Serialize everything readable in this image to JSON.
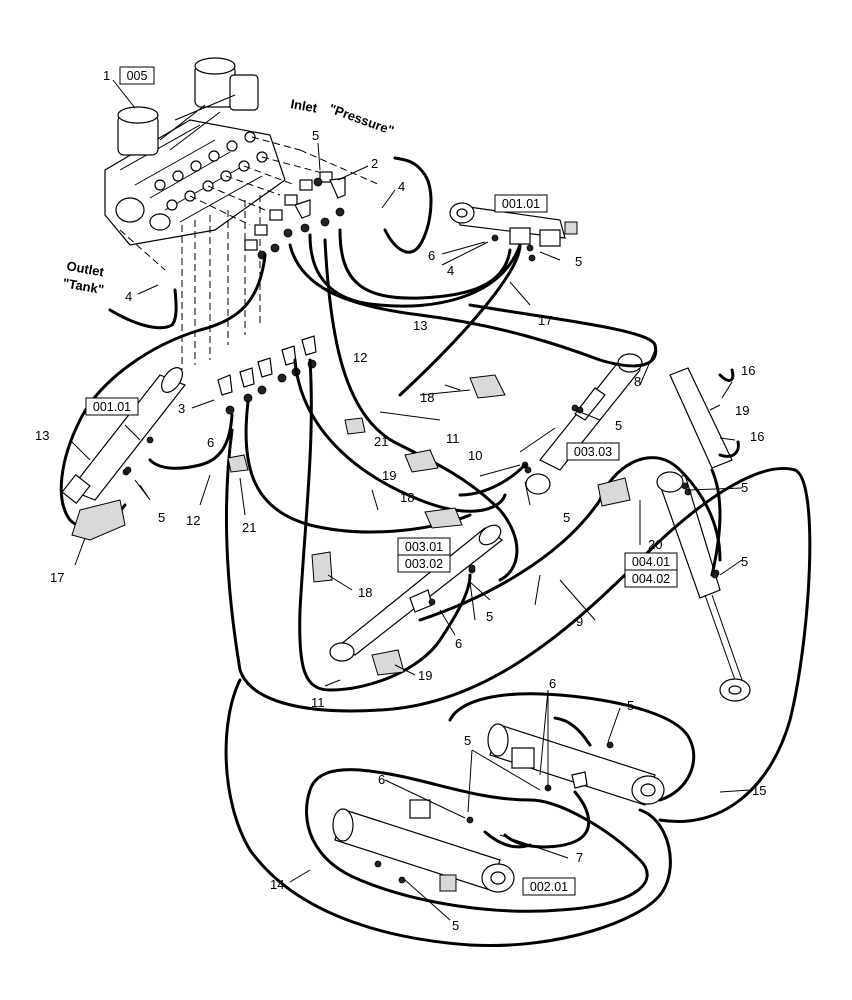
{
  "diagram": {
    "ref_boxes": {
      "valve": "005",
      "bucket_cyl": "001.01",
      "bucket_cyl_left": "001.01",
      "cyl_003_03": "003.03",
      "cyl_003_01": "003.01",
      "cyl_003_02": "003.02",
      "cyl_004_01": "004.01",
      "cyl_004_02": "004.02",
      "cyl_002_01": "002.01"
    },
    "flow_labels": {
      "inlet_1": "Inlet",
      "inlet_2": "\"Pressure\"",
      "outlet_1": "Outlet",
      "outlet_2": "\"Tank\""
    },
    "callouts": {
      "c1": "1",
      "c2": "2",
      "c3": "3",
      "c4a": "4",
      "c4b": "4",
      "c4c": "4",
      "c5a": "5",
      "c5b": "5",
      "c5c": "5",
      "c5d": "5",
      "c5e": "5",
      "c5f": "5",
      "c5g": "5",
      "c5h": "5",
      "c5i": "5",
      "c5j": "5",
      "c5k": "5",
      "c6a": "6",
      "c6b": "6",
      "c6c": "6",
      "c6d": "6",
      "c6e": "6",
      "c7": "7",
      "c8": "8",
      "c9": "9",
      "c10": "10",
      "c11a": "11",
      "c11b": "11",
      "c12a": "12",
      "c12b": "12",
      "c13a": "13",
      "c13b": "13",
      "c14": "14",
      "c15": "15",
      "c16a": "16",
      "c16b": "16",
      "c17a": "17",
      "c17b": "17",
      "c18a": "18",
      "c18b": "18",
      "c18c": "18",
      "c19a": "19",
      "c19b": "19",
      "c19c": "19",
      "c20": "20",
      "c21a": "21",
      "c21b": "21"
    }
  }
}
